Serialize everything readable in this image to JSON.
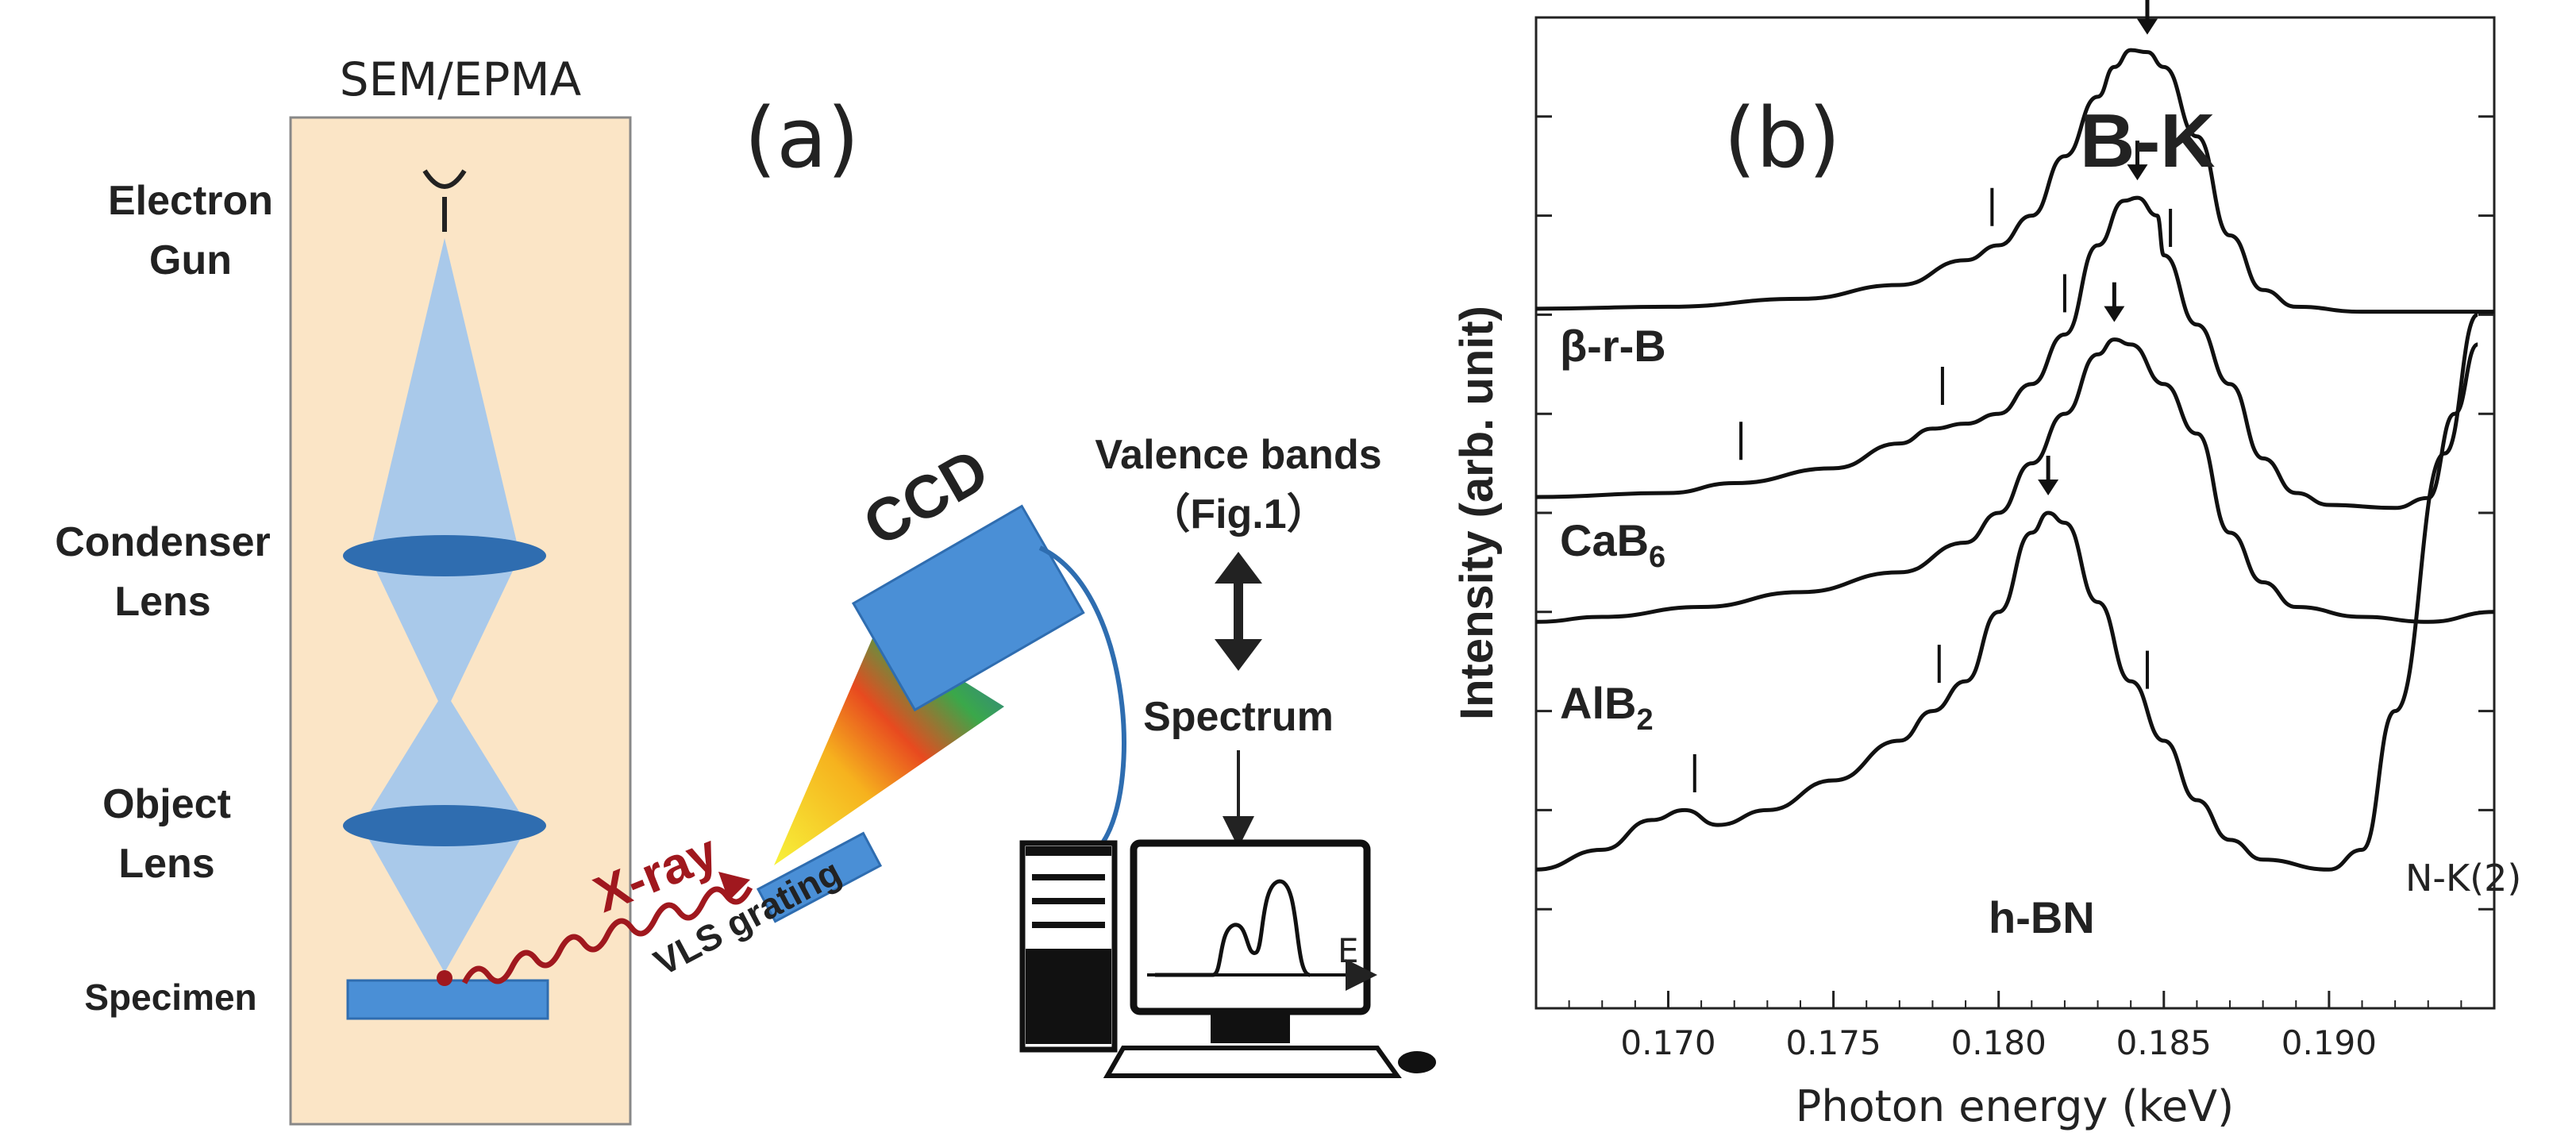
{
  "panel_a": {
    "panel_label": "(a)",
    "sem_title": "SEM/EPMA",
    "electron_gun_line1": "Electron",
    "electron_gun_line2": "Gun",
    "condenser_line1": "Condenser",
    "condenser_line2": "Lens",
    "object_line1": "Object",
    "object_line2": "Lens",
    "specimen": "Specimen",
    "xray": "X-ray",
    "grating": "VLS grating",
    "ccd": "CCD",
    "valence_line1": "Valence bands",
    "valence_line2": "（Fig.1）",
    "spectrum": "Spectrum",
    "axis_e": "E",
    "colors": {
      "column_bg": "#fbe5c6",
      "beam": "#a9c9ea",
      "lens": "#2f6db0",
      "specimen": "#4a8fd6",
      "xray": "#a0181e",
      "ccd": "#4a8fd6",
      "cable": "#2e6db0"
    }
  },
  "panel_b": {
    "panel_label": "(b)",
    "edge_label": "B-K",
    "nk_label": "N-K(2)"
  },
  "chart_data": {
    "type": "line",
    "title": "B-K",
    "xlabel": "Photon energy (keV)",
    "ylabel": "Intensity (arb. unit)",
    "xlim": [
      0.166,
      0.195
    ],
    "ylim": [
      0,
      1
    ],
    "x_ticks": [
      0.17,
      0.175,
      0.18,
      0.185,
      0.19
    ],
    "x_tick_labels": [
      "0.170",
      "0.175",
      "0.180",
      "0.185",
      "0.190"
    ],
    "series": [
      {
        "name": "β-r-B",
        "label_main": "β-r-B",
        "label_sub": "",
        "points": [
          [
            0.166,
            0.706
          ],
          [
            0.17,
            0.708
          ],
          [
            0.174,
            0.716
          ],
          [
            0.177,
            0.73
          ],
          [
            0.179,
            0.755
          ],
          [
            0.18,
            0.77
          ],
          [
            0.181,
            0.8
          ],
          [
            0.182,
            0.86
          ],
          [
            0.183,
            0.92
          ],
          [
            0.1835,
            0.95
          ],
          [
            0.184,
            0.967
          ],
          [
            0.1845,
            0.965
          ],
          [
            0.185,
            0.95
          ],
          [
            0.186,
            0.88
          ],
          [
            0.187,
            0.78
          ],
          [
            0.188,
            0.725
          ],
          [
            0.189,
            0.708
          ],
          [
            0.191,
            0.703
          ],
          [
            0.195,
            0.703
          ]
        ],
        "arrow_x": 0.1845,
        "ticks_x": [
          0.1798
        ]
      },
      {
        "name": "CaB6",
        "label_main": "CaB",
        "label_sub": "6",
        "points": [
          [
            0.166,
            0.516
          ],
          [
            0.17,
            0.52
          ],
          [
            0.172,
            0.53
          ],
          [
            0.175,
            0.545
          ],
          [
            0.177,
            0.57
          ],
          [
            0.178,
            0.585
          ],
          [
            0.179,
            0.59
          ],
          [
            0.18,
            0.6
          ],
          [
            0.181,
            0.63
          ],
          [
            0.182,
            0.68
          ],
          [
            0.183,
            0.77
          ],
          [
            0.1838,
            0.815
          ],
          [
            0.1842,
            0.818
          ],
          [
            0.1848,
            0.8
          ],
          [
            0.185,
            0.76
          ],
          [
            0.186,
            0.69
          ],
          [
            0.187,
            0.63
          ],
          [
            0.188,
            0.555
          ],
          [
            0.189,
            0.52
          ],
          [
            0.19,
            0.508
          ],
          [
            0.192,
            0.505
          ],
          [
            0.193,
            0.515
          ],
          [
            0.1938,
            0.6
          ],
          [
            0.1945,
            0.67
          ]
        ],
        "arrow_x": 0.1842,
        "ticks_x": [
          0.1722,
          0.1783,
          0.182,
          0.1852
        ]
      },
      {
        "name": "AlB2",
        "label_main": "AlB",
        "label_sub": "2",
        "points": [
          [
            0.166,
            0.39
          ],
          [
            0.168,
            0.395
          ],
          [
            0.171,
            0.405
          ],
          [
            0.174,
            0.42
          ],
          [
            0.177,
            0.44
          ],
          [
            0.179,
            0.47
          ],
          [
            0.18,
            0.5
          ],
          [
            0.181,
            0.55
          ],
          [
            0.182,
            0.6
          ],
          [
            0.183,
            0.66
          ],
          [
            0.1835,
            0.675
          ],
          [
            0.184,
            0.67
          ],
          [
            0.185,
            0.63
          ],
          [
            0.186,
            0.58
          ],
          [
            0.187,
            0.48
          ],
          [
            0.188,
            0.43
          ],
          [
            0.189,
            0.405
          ],
          [
            0.191,
            0.395
          ],
          [
            0.193,
            0.39
          ],
          [
            0.195,
            0.4
          ]
        ],
        "arrow_x": 0.1835,
        "ticks_x": []
      },
      {
        "name": "h-BN",
        "label_main": "h-BN",
        "label_sub": "",
        "points": [
          [
            0.166,
            0.14
          ],
          [
            0.168,
            0.16
          ],
          [
            0.1695,
            0.19
          ],
          [
            0.1705,
            0.2
          ],
          [
            0.1715,
            0.185
          ],
          [
            0.173,
            0.2
          ],
          [
            0.175,
            0.23
          ],
          [
            0.177,
            0.27
          ],
          [
            0.178,
            0.3
          ],
          [
            0.179,
            0.33
          ],
          [
            0.18,
            0.4
          ],
          [
            0.181,
            0.48
          ],
          [
            0.1815,
            0.5
          ],
          [
            0.182,
            0.49
          ],
          [
            0.183,
            0.41
          ],
          [
            0.184,
            0.33
          ],
          [
            0.185,
            0.27
          ],
          [
            0.186,
            0.21
          ],
          [
            0.187,
            0.17
          ],
          [
            0.188,
            0.15
          ],
          [
            0.19,
            0.14
          ],
          [
            0.191,
            0.16
          ],
          [
            0.192,
            0.3
          ],
          [
            0.1935,
            0.56
          ],
          [
            0.1945,
            0.7
          ]
        ],
        "arrow_x": 0.1815,
        "ticks_x": [
          0.1708,
          0.1782,
          0.1845
        ]
      }
    ],
    "grid": false
  }
}
